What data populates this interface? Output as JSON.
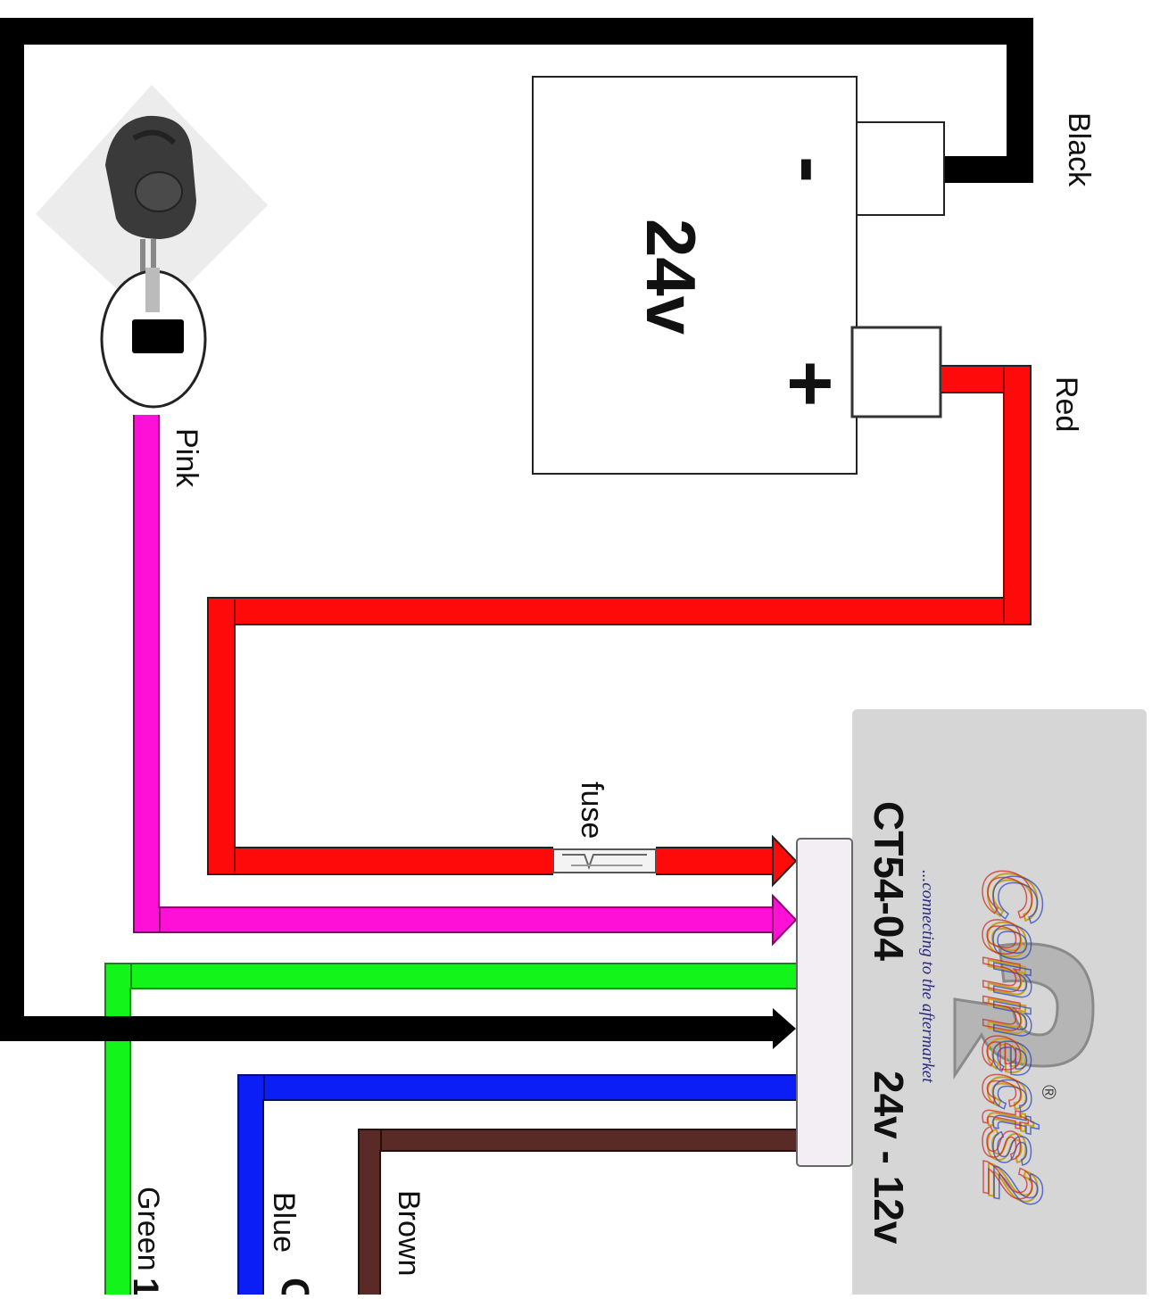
{
  "battery": {
    "voltage_label": "24v",
    "minus_symbol": "-",
    "plus_symbol": "+"
  },
  "wires": {
    "black": "Black",
    "red": "Red",
    "pink": "Pink",
    "green": "Green",
    "blue": "Blue",
    "brown": "Brown"
  },
  "fuse_label": "fuse",
  "module": {
    "model": "CT54-04",
    "conversion": "24v - 12v",
    "tagline": "...connecting to the aftermarket",
    "brand_logo_text": "Connects2",
    "registered_mark": "®"
  },
  "colors": {
    "black": "#000000",
    "red": "#ff0a0a",
    "pink": "#ff10d6",
    "green": "#13f51a",
    "blue": "#0a1ef5",
    "brown": "#5a2a26",
    "module_bg": "#d6d6d6",
    "connector": "#f2eef4"
  },
  "icons": {
    "ignition_key": "car-key-icon"
  }
}
